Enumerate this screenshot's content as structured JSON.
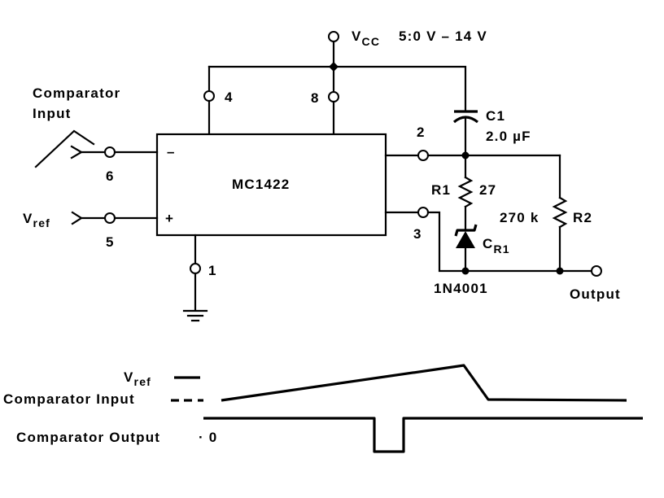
{
  "supply": {
    "label_main": "V",
    "label_sub": "CC",
    "range": "5:0 V  – 14 V"
  },
  "ic": {
    "part": "MC1422",
    "minus_sign": "–",
    "plus_sign": "+"
  },
  "pins": {
    "p1": "1",
    "p2": "2",
    "p3": "3",
    "p4": "4",
    "p5": "5",
    "p6": "6",
    "p8": "8"
  },
  "inputs": {
    "comparator_line1": "Comparator",
    "comparator_line2": "Input",
    "vref_main": "V",
    "vref_sub": "ref"
  },
  "components": {
    "c1_name": "C1",
    "c1_value": "2.0 µF",
    "r1_name": "R1",
    "r1_value": "27",
    "r2_name": "R2",
    "r2_value": "270 k",
    "cr1_main": "C",
    "cr1_sub": "R1",
    "diode_part": "1N4001"
  },
  "output": {
    "label": "Output"
  },
  "waveform": {
    "vref_main": "V",
    "vref_sub": "ref",
    "vref_marker": "—",
    "comparator_input_label": "Comparator Input",
    "comparator_input_dashes": "– – –",
    "comparator_output_label": "Comparator Output",
    "comparator_output_zero": "· 0"
  }
}
